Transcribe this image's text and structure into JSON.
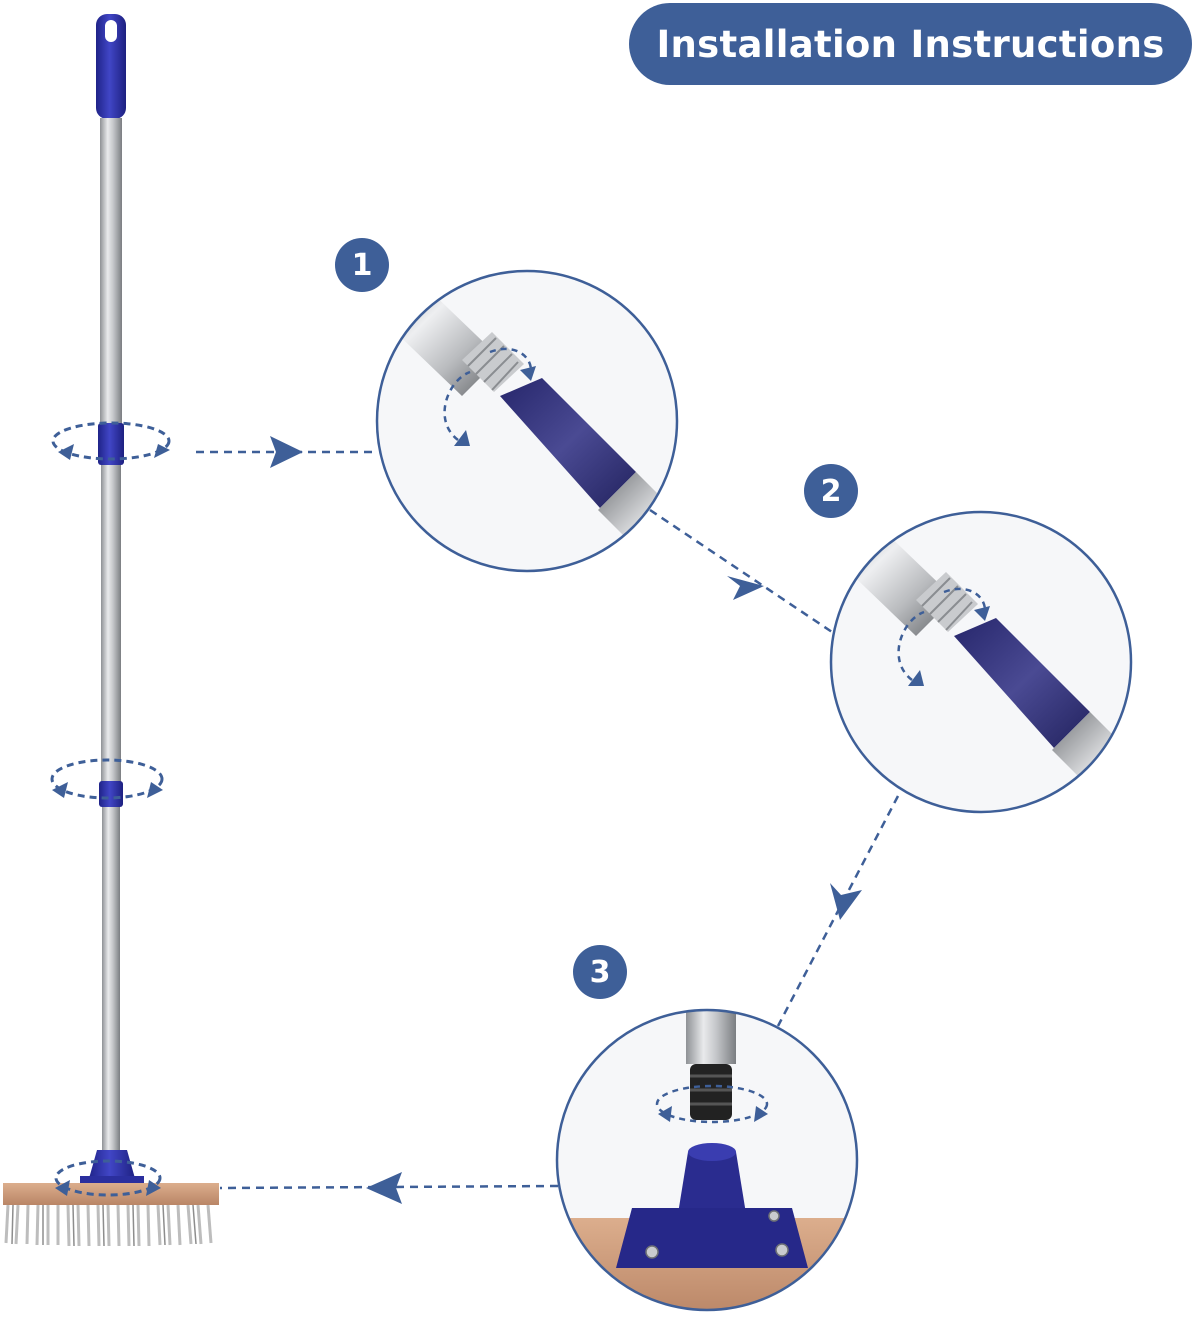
{
  "title": "Installation Instructions",
  "steps": [
    {
      "number": "1"
    },
    {
      "number": "2"
    },
    {
      "number": "3"
    }
  ],
  "colors": {
    "accent": "#3e5f98",
    "handle_blue": "#2d2f9a",
    "sleeve_blue": "#34337a",
    "pole_steel": "#b7b9bc",
    "wood": "#c8987a",
    "bristle": "#c9c9c9"
  }
}
